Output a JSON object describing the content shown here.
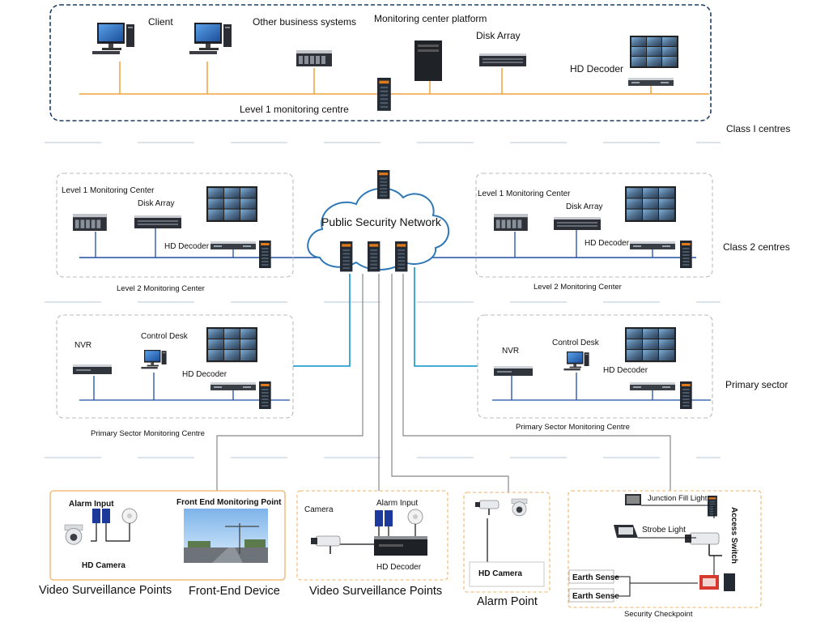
{
  "class1": {
    "zone_label": "Class I centres",
    "client": "Client",
    "other_business": "Other business systems",
    "platform": "Monitoring center platform",
    "disk_array": "Disk Array",
    "hd_decoder": "HD Decoder",
    "centre_label": "Level 1 monitoring centre"
  },
  "network": {
    "label": "Public Security Network"
  },
  "class2": {
    "zone_label": "Class 2 centres",
    "left": {
      "title": "Level 1 Monitoring Center",
      "disk_array": "Disk Array",
      "hd_decoder": "HD Decoder",
      "caption": "Level 2 Monitoring Center"
    },
    "right": {
      "title": "Level 1 Monitoring Center",
      "disk_array": "Disk Array",
      "hd_decoder": "HD Decoder",
      "caption": "Level 2 Monitoring Center"
    }
  },
  "primary": {
    "zone_label": "Primary sector",
    "left": {
      "nvr": "NVR",
      "control_desk": "Control Desk",
      "hd_decoder": "HD Decoder",
      "caption": "Primary Sector Monitoring Centre"
    },
    "right": {
      "nvr": "NVR",
      "control_desk": "Control Desk",
      "hd_decoder": "HD Decoder",
      "caption": "Primary Sector Monitoring Centre"
    }
  },
  "front": {
    "box1": {
      "alarm_input": "Alarm Input",
      "front_end_point": "Front End Monitoring Point",
      "hd_camera": "HD Camera",
      "caption_a": "Video Surveillance Points",
      "caption_b": "Front-End Device"
    },
    "box2": {
      "camera": "Camera",
      "alarm_input": "Alarm Input",
      "hd_decoder": "HD Decoder",
      "caption": "Video Surveillance Points"
    },
    "box3": {
      "hd_camera": "HD Camera",
      "caption": "Alarm Point"
    },
    "box4": {
      "junction_fill_light": "Junction Fill Light",
      "strobe_light": "Strobe Light",
      "access_switch": "Access Switch",
      "earth_sense_1": "Earth Sense",
      "earth_sense_2": "Earth Sense",
      "caption": "Security Checkpoint"
    }
  },
  "colors": {
    "orange_line": "#f0a33a",
    "blue_line": "#1f4fa3",
    "teal_line": "#2aa0d0",
    "grey_line": "#888888",
    "dashed_navy": "#1d3d63",
    "orange_dash": "#f2b266"
  }
}
